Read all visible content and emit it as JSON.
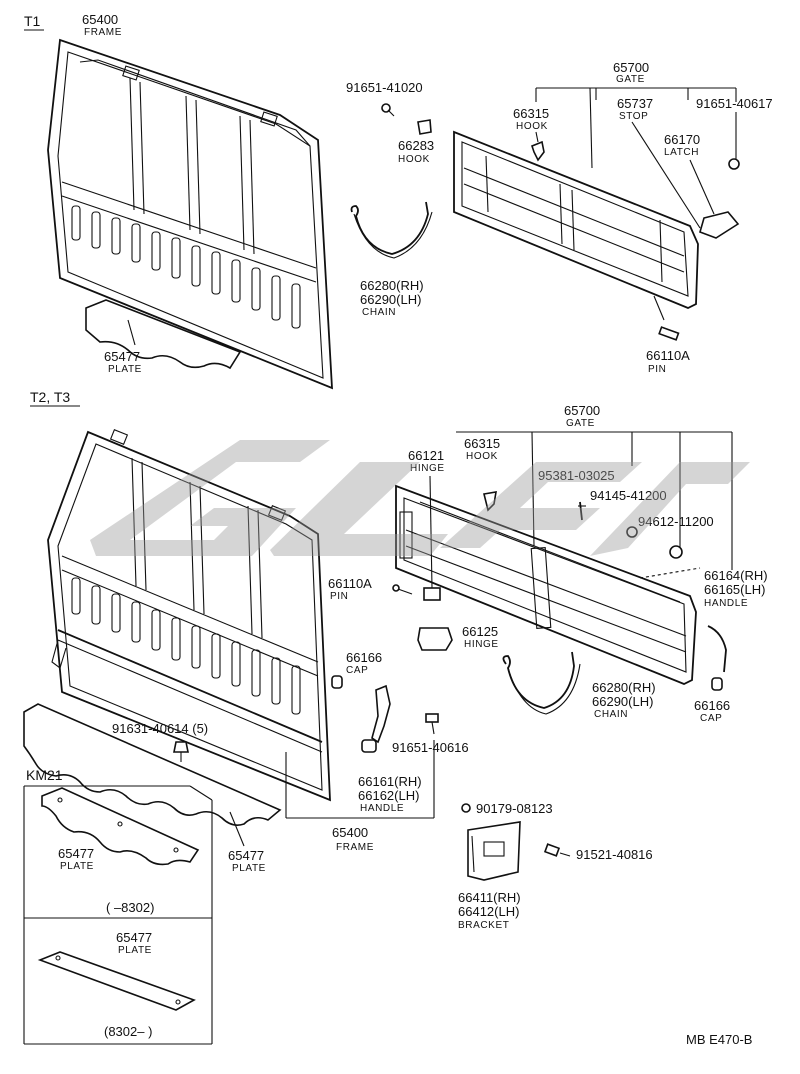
{
  "sections": {
    "t1": "T1",
    "t2t3": "T2, T3",
    "km21": "KM21"
  },
  "parts": {
    "t1_frame": {
      "number": "65400",
      "name": "FRAME"
    },
    "t1_plate": {
      "number": "65477",
      "name": "PLATE"
    },
    "t1_bolt": {
      "number": "91651-41020"
    },
    "t1_hook": {
      "number": "66283",
      "name": "HOOK"
    },
    "t1_chain": {
      "number_rh": "66280(RH)",
      "number_lh": "66290(LH)",
      "name": "CHAIN"
    },
    "t1_gate": {
      "number": "65700",
      "name": "GATE"
    },
    "t1_gate_hook": {
      "number": "66315",
      "name": "HOOK"
    },
    "t1_stop": {
      "number": "65737",
      "name": "STOP"
    },
    "t1_gate_bolt": {
      "number": "91651-40617"
    },
    "t1_latch": {
      "number": "66170",
      "name": "LATCH"
    },
    "t1_pin": {
      "number": "66110A",
      "name": "PIN"
    },
    "t2_gate": {
      "number": "65700",
      "name": "GATE"
    },
    "t2_hinge": {
      "number": "66121",
      "name": "HINGE"
    },
    "t2_hook": {
      "number": "66315",
      "name": "HOOK"
    },
    "t2_part1": {
      "number": "95381-03025"
    },
    "t2_part2": {
      "number": "94145-41200"
    },
    "t2_part3": {
      "number": "94612-11200"
    },
    "t2_handle_gate": {
      "number_rh": "66164(RH)",
      "number_lh": "66165(LH)",
      "name": "HANDLE"
    },
    "t2_pin": {
      "number": "66110A",
      "name": "PIN"
    },
    "t2_hinge2": {
      "number": "66125",
      "name": "HINGE"
    },
    "t2_cap": {
      "number": "66166",
      "name": "CAP"
    },
    "t2_cap2": {
      "number": "66166",
      "name": "CAP"
    },
    "t2_chain": {
      "number_rh": "66280(RH)",
      "number_lh": "66290(LH)",
      "name": "CHAIN"
    },
    "t2_bolt": {
      "number": "91631-40614 (5)"
    },
    "t2_bolt2": {
      "number": "91651-40616"
    },
    "t2_handle": {
      "number_rh": "66161(RH)",
      "number_lh": "66162(LH)",
      "name": "HANDLE"
    },
    "t2_frame": {
      "number": "65400",
      "name": "FRAME"
    },
    "t2_plate": {
      "number": "65477",
      "name": "PLATE"
    },
    "t2_nut": {
      "number": "90179-08123"
    },
    "t2_screw": {
      "number": "91521-40816"
    },
    "t2_bracket": {
      "number_rh": "66411(RH)",
      "number_lh": "66412(LH)",
      "name": "BRACKET"
    },
    "km_plate1": {
      "number": "65477",
      "name": "PLATE",
      "range": "(        –8302)"
    },
    "km_plate2": {
      "number": "65477",
      "name": "PLATE",
      "range": "(8302–         )"
    }
  },
  "footer": {
    "code": "MB  E470-B"
  },
  "watermark": {
    "color": "#9a9a9a"
  }
}
